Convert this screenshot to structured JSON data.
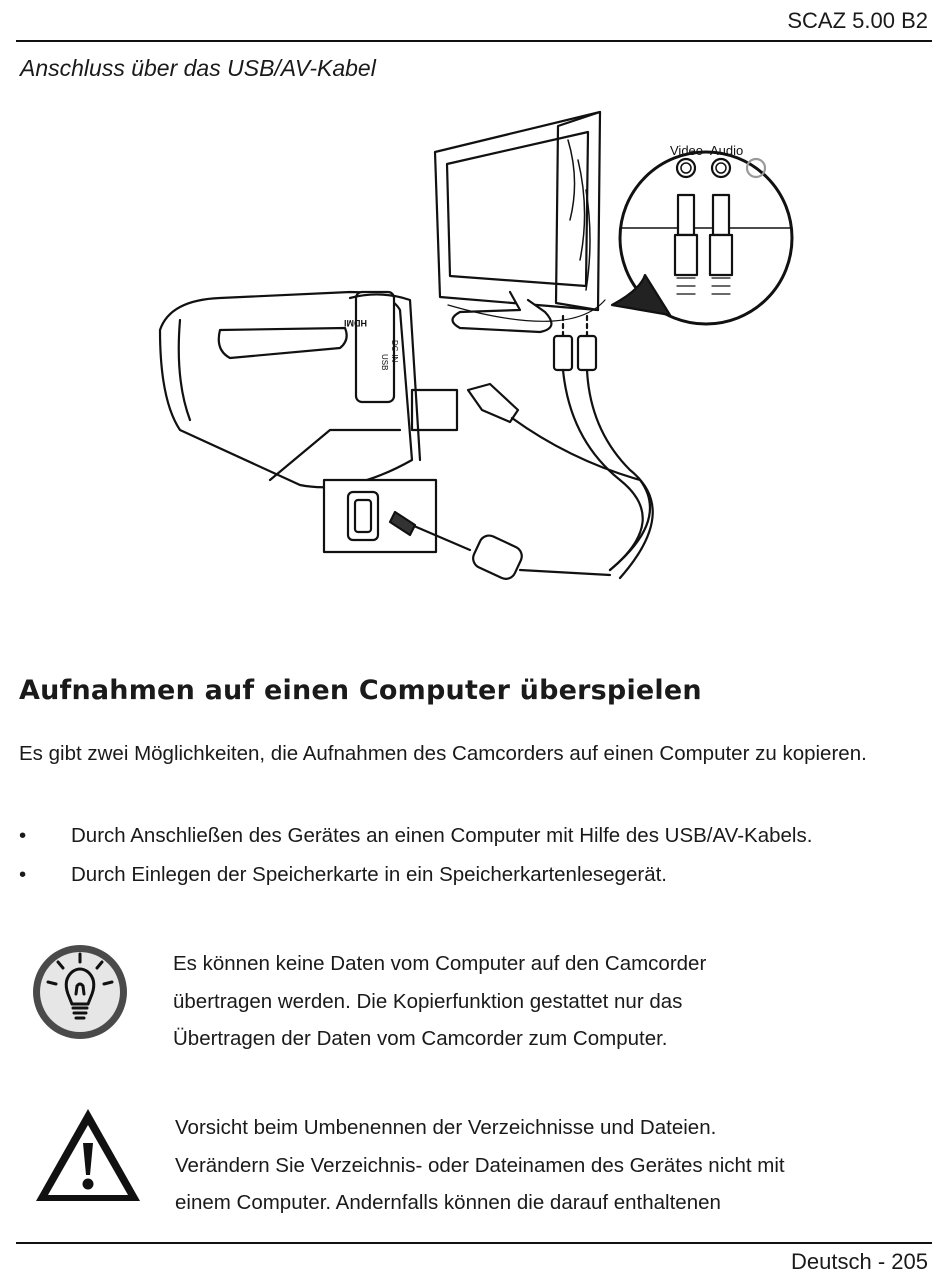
{
  "header": {
    "model_code": "SCAZ 5.00 B2"
  },
  "section_label": "Anschluss über das USB/AV-Kabel",
  "illustration": {
    "jack_labels": [
      "Video",
      "Audio"
    ],
    "camera_port_labels": [
      "HDMI",
      "DC-IN",
      "USB"
    ]
  },
  "heading": "Aufnahmen auf einen Computer überspielen",
  "intro": "Es gibt zwei Möglichkeiten, die Aufnahmen des Camcorders auf einen Computer zu kopieren.",
  "bullets": [
    "Durch Anschließen des Gerätes an einen Computer mit Hilfe des USB/AV-Kabels.",
    "Durch Einlegen der Speicherkarte in ein Speicherkartenlesegerät."
  ],
  "note": {
    "icon": "lightbulb-icon",
    "lines": [
      "Es können keine Daten vom Computer auf den Camcorder",
      "übertragen werden. Die Kopierfunktion gestattet nur das",
      "Übertragen der Daten vom Camcorder zum Computer."
    ]
  },
  "warning": {
    "icon": "warning-triangle-icon",
    "lines": [
      "Vorsicht beim Umbenennen der Verzeichnisse und Dateien.",
      "Verändern Sie Verzeichnis- oder Dateinamen des Gerätes nicht mit",
      "einem Computer. Andernfalls können die darauf enthaltenen"
    ]
  },
  "footer": {
    "page_label": "Deutsch - 205"
  }
}
